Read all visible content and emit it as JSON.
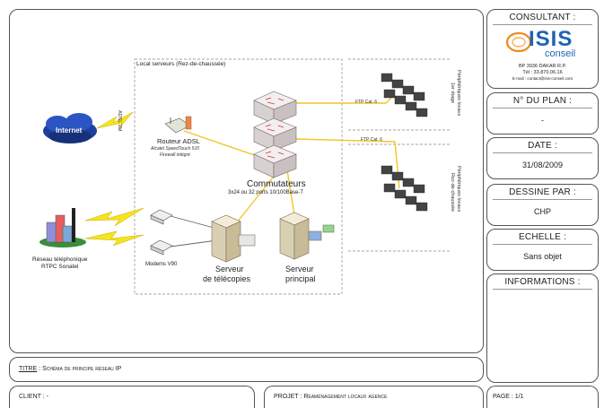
{
  "consultant": {
    "header": "CONSULTANT :",
    "logo_text": "ISIS",
    "logo_sub": "conseil",
    "address1": "BP 3936 DAKAR R.P.",
    "address2": "Tél : 33.870.06.16",
    "address3": "E-mail : contact@isis-conseil.com"
  },
  "plan": {
    "header": "N° DU PLAN :",
    "value": "-"
  },
  "date": {
    "header": "DATE :",
    "value": "31/08/2009"
  },
  "drawn_by": {
    "header": "DESSINE PAR :",
    "value": "CHP"
  },
  "scale": {
    "header": "ECHELLE :",
    "value": "Sans objet"
  },
  "information": {
    "header": "INFORMATIONS :"
  },
  "title_block": {
    "title_label": "TITRE",
    "title_value": ": Schéma de principe réseau IP",
    "client_label": "CLIENT : -",
    "project_label": "PROJET : ",
    "project_value": "Réaménagement locaux agence",
    "page_label": "PAGE : 1/1"
  },
  "diagram": {
    "local_servers": "Local serveurs (Rez-de-chaussée)",
    "internet": "Internet",
    "adsl_link": "ADSL 2M",
    "router_title": "Routeur ADSL",
    "router_model": "Alcatel SpeedTouch 510",
    "router_fw": "Firewall intégré",
    "switches_title": "Commutateurs",
    "switches_desc": "3x24 ou 32 ports 10/100Base-T",
    "ftp1": "FTP Cat. 6",
    "ftp2": "FTP Cat. 6",
    "periph_upper_1": "Périphériques locaux",
    "periph_upper_2": "1er étage",
    "periph_lower_1": "Périphériques locaux",
    "periph_lower_2": "Rez-de-chaussée",
    "pstn_1": "Réseau téléphonique",
    "pstn_2": "RTPC Sonatel",
    "modems": "Modems V90",
    "fax_1": "Serveur",
    "fax_2": "de télécopies",
    "main_1": "Serveur",
    "main_2": "principal"
  },
  "colors": {
    "link": "#f3c623",
    "border": "#555555",
    "logo": "#1f63b3",
    "logo_accent": "#f08a1a"
  }
}
